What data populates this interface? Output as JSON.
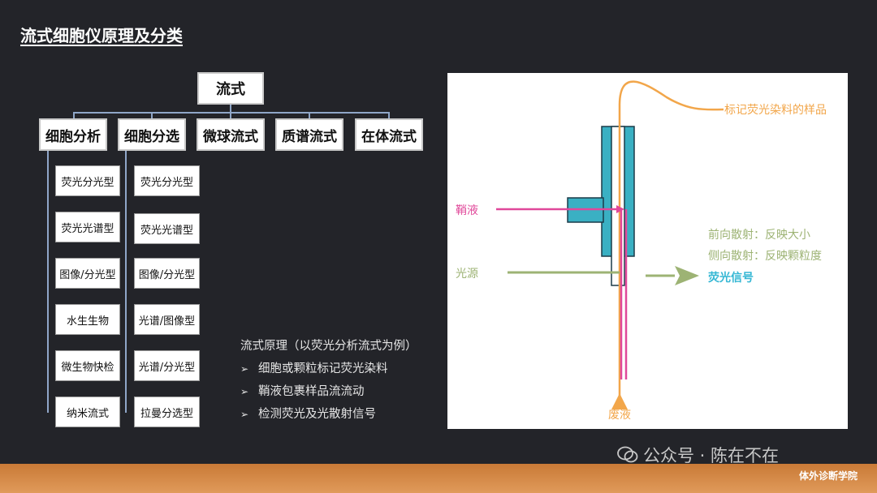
{
  "title": "流式细胞仪原理及分类",
  "root": "流式",
  "level1": [
    "细胞分析",
    "细胞分选",
    "微球流式",
    "质谱流式",
    "在体流式"
  ],
  "cell_analysis": [
    "荧光分光型",
    "荧光光谱型",
    "图像/分光型",
    "水生生物",
    "微生物快检",
    "纳米流式"
  ],
  "cell_sorting": [
    "荧光分光型",
    "荧光光谱型",
    "图像/分光型",
    "光谱/图像型",
    "光谱/分光型",
    "拉曼分选型"
  ],
  "principles": {
    "heading": "流式原理（以荧光分析流式为例）",
    "items": [
      "细胞或颗粒标记荧光染料",
      "鞘液包裹样品流流动",
      "检测荧光及光散射信号"
    ]
  },
  "diagram": {
    "sample": "标记荧光染料的样品",
    "sheath": "鞘液",
    "light": "光源",
    "forward": "前向散射：反映大小",
    "side": "侧向散射：反映颗粒度",
    "fluor": "荧光信号",
    "waste": "废液",
    "colors": {
      "orange": "#f2a64a",
      "pink": "#e0489a",
      "green": "#9db374",
      "teal": "#3ab0c3",
      "cyan": "#35b7d4"
    }
  },
  "watermark": {
    "account": "公众号 · 陈在不在",
    "icon": "wechat-icon"
  },
  "brand": "体外诊断学院"
}
